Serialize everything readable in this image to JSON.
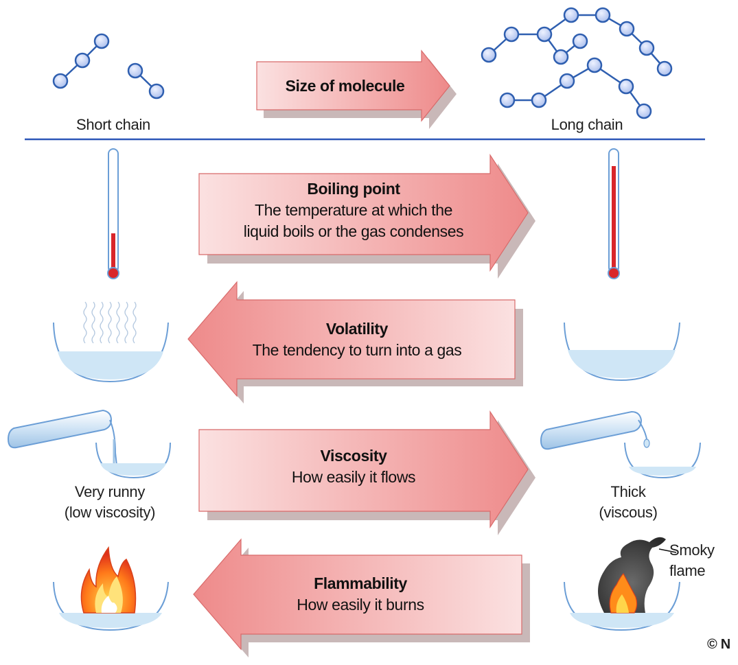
{
  "molecule": {
    "left_label": "Short chain",
    "right_label": "Long chain",
    "arrow_title": "Size of molecule"
  },
  "properties": [
    {
      "title": "Boiling point",
      "desc_line1": "The temperature at which the",
      "desc_line2": "liquid boils or the gas condenses",
      "direction": "right"
    },
    {
      "title": "Volatility",
      "desc_line1": "The tendency to turn into a gas",
      "direction": "left"
    },
    {
      "title": "Viscosity",
      "desc_line1": "How easily it flows",
      "direction": "right"
    },
    {
      "title": "Flammability",
      "desc_line1": "How easily it burns",
      "direction": "left"
    }
  ],
  "viscosity_labels": {
    "left_line1": "Very runny",
    "left_line2": "(low viscosity)",
    "right_line1": "Thick",
    "right_line2": "(viscous)"
  },
  "flame_label": {
    "line1": "Smoky",
    "line2": "flame"
  },
  "copyright": "© N",
  "colors": {
    "arrow_fill_light": "#fbe1e1",
    "arrow_fill_dark": "#ee8a8a",
    "molecule_atom": "#b8c8f0",
    "molecule_bond": "#2f5fb0",
    "divider": "#2c56b8",
    "thermometer_red": "#d9262a",
    "liquid_blue": "#cfe6f6"
  }
}
